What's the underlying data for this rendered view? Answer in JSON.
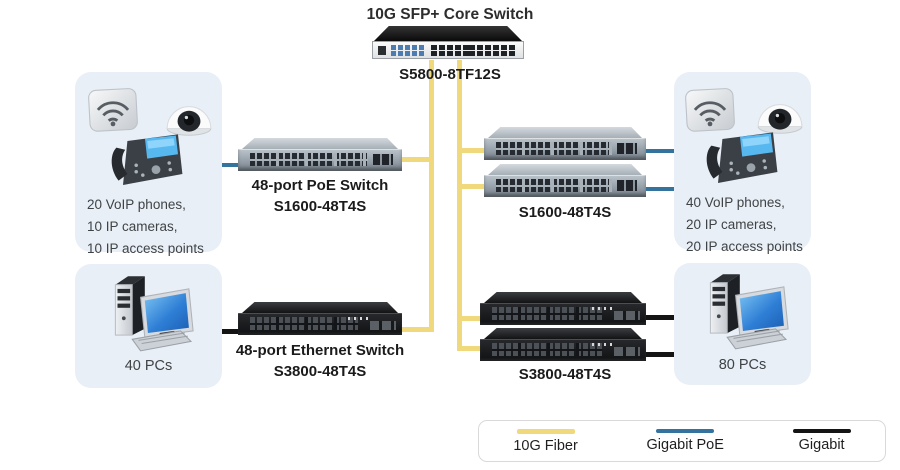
{
  "title": "10G SFP+ Core Switch",
  "core_switch": {
    "model": "S5800-8TF12S"
  },
  "left_devices_box": {
    "line1": "20 VoIP phones,",
    "line2": "10 IP cameras,",
    "line3": "10 IP access points"
  },
  "left_pcs_box": {
    "label": "40 PCs"
  },
  "right_devices_box": {
    "line1": "40 VoIP phones,",
    "line2": "20 IP cameras,",
    "line3": "20 IP access points"
  },
  "right_pcs_box": {
    "label": "80 PCs"
  },
  "switches": {
    "left_poe": {
      "name": "48-port PoE Switch",
      "model": "S1600-48T4S"
    },
    "left_ethernet": {
      "name": "48-port Ethernet Switch",
      "model": "S3800-48T4S"
    },
    "right_poe_pair": {
      "model": "S1600-48T4S"
    },
    "right_ethernet_pair": {
      "model": "S3800-48T4S"
    }
  },
  "legend": {
    "fiber": {
      "label": "10G Fiber",
      "color": "#f0d87c"
    },
    "gigabit_poe": {
      "label": "Gigabit PoE",
      "color": "#34739e"
    },
    "gigabit": {
      "label": "Gigabit",
      "color": "#141414"
    }
  }
}
